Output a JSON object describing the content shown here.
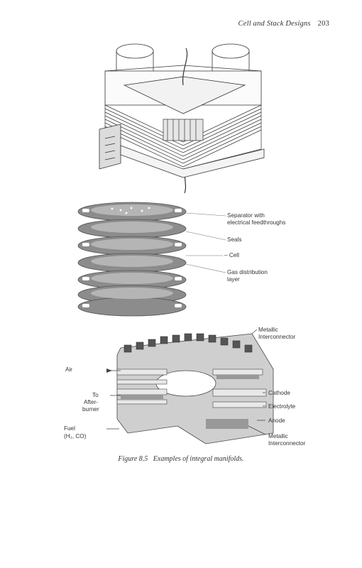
{
  "running_head": {
    "title": "Cell and Stack Designs",
    "page_number": "203"
  },
  "figure": {
    "middle_labels": {
      "separator_line1": "Separator with",
      "separator_line2": "electrical feedthroughs",
      "seals": "Seals",
      "cell": "– Cell",
      "gas_line1": "Gas distribution",
      "gas_line2": "layer"
    },
    "bottom_labels": {
      "metallic_top_line1": "Metallic",
      "metallic_top_line2": "Interconnector",
      "air": "Air",
      "afterburner_line1": "To",
      "afterburner_line2": "After-",
      "afterburner_line3": "burner",
      "fuel_line1": "Fuel",
      "fuel_line2": "(H₂, CO)",
      "cathode": "Cathode",
      "electrolyte": "Electrolyte",
      "anode": "Anode",
      "metallic_bottom_line1": "Metallic",
      "metallic_bottom_line2": "Interconnector"
    },
    "caption": {
      "number": "Figure 8.5",
      "text": "Examples of integral manifolds."
    }
  }
}
